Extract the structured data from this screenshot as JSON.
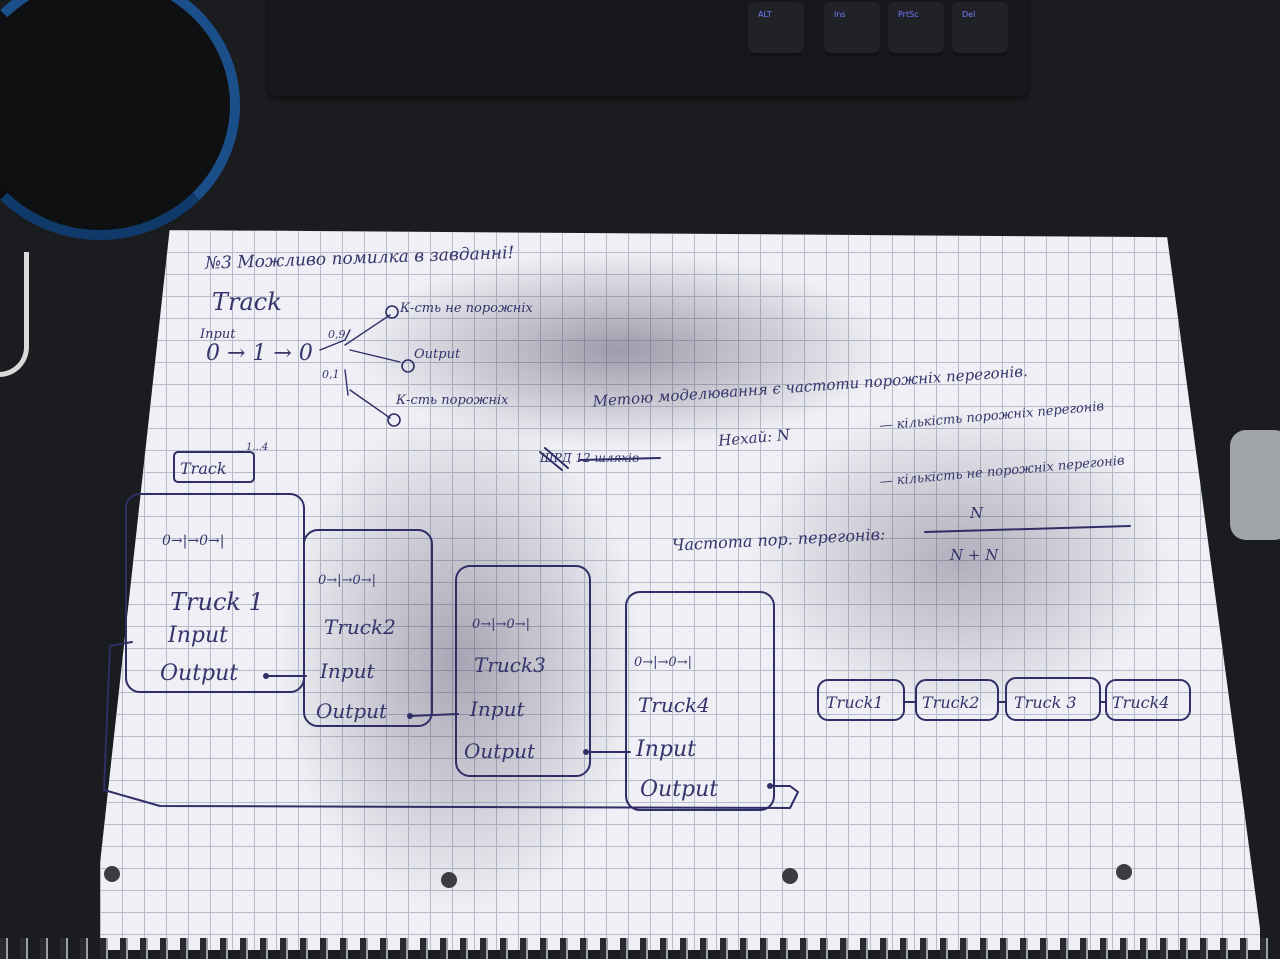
{
  "notebook": {
    "heading": "№3 Можливо помилка в завданні!",
    "track_title": "Track",
    "input_label": "Input",
    "queue_chain": "0 → 1 → 0",
    "branch_top": "0,9",
    "branch_bottom": "0,1",
    "label_empty_count": "К-сть не порожніх",
    "label_output": "Output",
    "label_empty": "К-сть порожніх",
    "method_text": "Метою моделювання є частоти порожніх перегонів.",
    "let_text": "Нехай: N",
    "let_def1": "— кількість порожніх перегонів",
    "let_def2": "— кількість не порожніх перегонів",
    "frequency_label": "Частота пор. перегонів:",
    "frequency_numerator": "N",
    "frequency_denominator": "N + N",
    "track_box_label": "Track",
    "track_box_range": "1...4",
    "scratched_text": "ШРД 12 шляхів"
  },
  "modules": [
    {
      "name": "Truck 1",
      "input": "Input",
      "output": "Output"
    },
    {
      "name": "Truck2",
      "input": "Input",
      "output": "Output"
    },
    {
      "name": "Truck3",
      "input": "Input",
      "output": "Output"
    },
    {
      "name": "Truck4",
      "input": "Input",
      "output": "Output"
    }
  ],
  "chain": [
    "Truck1",
    "Truck2",
    "Truck 3",
    "Truck4"
  ],
  "keyboard": {
    "keys": [
      "ALT",
      "Ins",
      "PrtSc",
      "Del"
    ]
  },
  "colors": {
    "ink": "#2f2e66",
    "paper": "#efeff5",
    "grid": "#b7bccb",
    "desk": "#1b1c1f"
  }
}
